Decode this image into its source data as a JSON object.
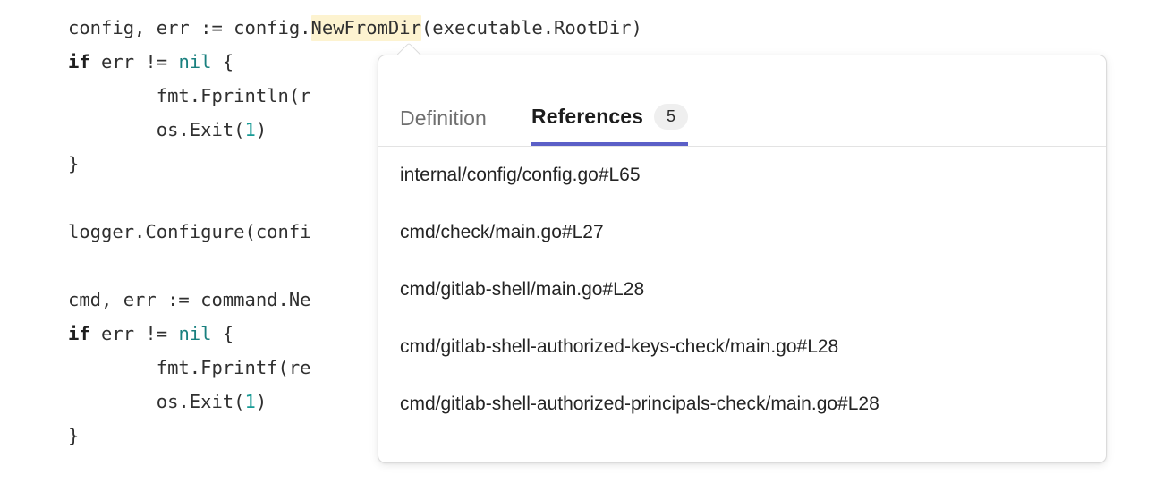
{
  "code_viewer": {
    "language": "go",
    "lines": [
      {
        "segments": [
          {
            "text": "config, err := config.",
            "style": "plain"
          },
          {
            "text": "NewFromDir",
            "style": "highlight"
          },
          {
            "text": "(executable.RootDir)",
            "style": "plain"
          }
        ]
      },
      {
        "segments": [
          {
            "text": "if",
            "style": "keyword"
          },
          {
            "text": " err != ",
            "style": "plain"
          },
          {
            "text": "nil",
            "style": "constant"
          },
          {
            "text": " {",
            "style": "plain"
          }
        ]
      },
      {
        "segments": [
          {
            "text": "        fmt.Fprintln(r",
            "style": "plain"
          }
        ]
      },
      {
        "segments": [
          {
            "text": "        os.Exit(",
            "style": "plain"
          },
          {
            "text": "1",
            "style": "number"
          },
          {
            "text": ")",
            "style": "plain"
          }
        ]
      },
      {
        "segments": [
          {
            "text": "}",
            "style": "plain"
          }
        ]
      },
      {
        "segments": []
      },
      {
        "segments": [
          {
            "text": "logger.Configure(confi",
            "style": "plain"
          }
        ]
      },
      {
        "segments": []
      },
      {
        "segments": [
          {
            "text": "cmd, err := command.Ne",
            "style": "plain"
          }
        ]
      },
      {
        "segments": [
          {
            "text": "if",
            "style": "keyword"
          },
          {
            "text": " err != ",
            "style": "plain"
          },
          {
            "text": "nil",
            "style": "constant"
          },
          {
            "text": " {",
            "style": "plain"
          }
        ]
      },
      {
        "segments": [
          {
            "text": "        fmt.Fprintf(re",
            "style": "plain"
          }
        ]
      },
      {
        "segments": [
          {
            "text": "        os.Exit(",
            "style": "plain"
          },
          {
            "text": "1",
            "style": "number"
          },
          {
            "text": ")",
            "style": "plain"
          }
        ]
      },
      {
        "segments": [
          {
            "text": "}",
            "style": "plain"
          }
        ]
      }
    ],
    "highlighted_symbol": "NewFromDir"
  },
  "popover": {
    "tabs": [
      {
        "id": "definition",
        "label": "Definition",
        "active": false,
        "badge": null
      },
      {
        "id": "references",
        "label": "References",
        "active": true,
        "badge": "5"
      }
    ],
    "references": [
      {
        "path": "internal/config/config.go#L65"
      },
      {
        "path": "cmd/check/main.go#L27"
      },
      {
        "path": "cmd/gitlab-shell/main.go#L28"
      },
      {
        "path": "cmd/gitlab-shell-authorized-keys-check/main.go#L28"
      },
      {
        "path": "cmd/gitlab-shell-authorized-principals-check/main.go#L28"
      }
    ]
  },
  "colors": {
    "accent_underline": "#5b5fc7",
    "highlight_background": "#fdf3d0",
    "code_constant": "#1a807f",
    "code_number": "#179a95",
    "badge_background": "#efefef",
    "popover_border": "#dbdbdb",
    "page_background": "#ffffff"
  }
}
